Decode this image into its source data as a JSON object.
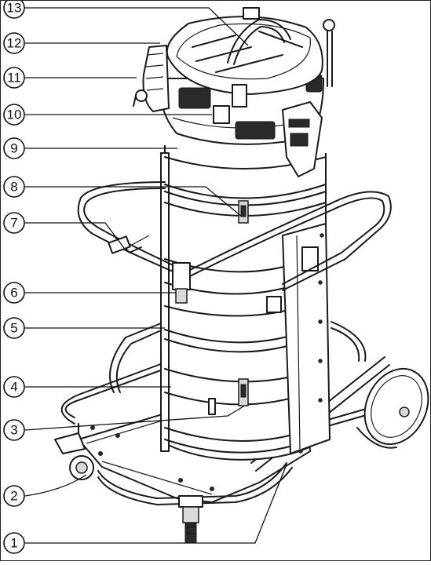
{
  "callouts": [
    {
      "id": "13",
      "label": "13"
    },
    {
      "id": "12",
      "label": "12"
    },
    {
      "id": "11",
      "label": "11"
    },
    {
      "id": "10",
      "label": "10"
    },
    {
      "id": "9",
      "label": "9"
    },
    {
      "id": "8",
      "label": "8"
    },
    {
      "id": "7",
      "label": "7"
    },
    {
      "id": "6",
      "label": "6"
    },
    {
      "id": "5",
      "label": "5"
    },
    {
      "id": "4",
      "label": "4"
    },
    {
      "id": "3",
      "label": "3"
    },
    {
      "id": "2",
      "label": "2"
    },
    {
      "id": "1",
      "label": "1"
    }
  ]
}
